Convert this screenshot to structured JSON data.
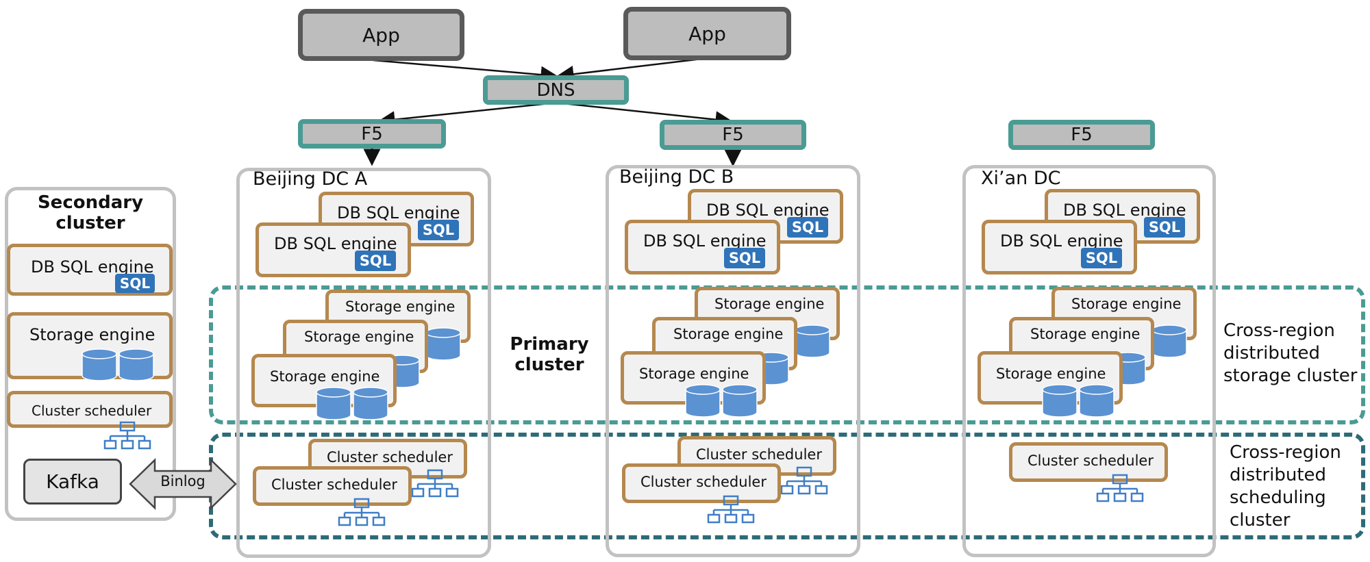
{
  "apps": [
    {
      "label": "App"
    },
    {
      "label": "App"
    }
  ],
  "dns": {
    "label": "DNS"
  },
  "f5": [
    {
      "label": "F5"
    },
    {
      "label": "F5"
    },
    {
      "label": "F5"
    }
  ],
  "datacenters": [
    {
      "title": "Beijing DC A"
    },
    {
      "title": "Beijing DC B"
    },
    {
      "title": "Xi’an DC"
    }
  ],
  "components": {
    "sql_engine": "DB SQL engine",
    "sql_badge": "SQL",
    "storage_engine": "Storage engine",
    "cluster_scheduler": "Cluster scheduler"
  },
  "secondary": {
    "title_line1": "Secondary",
    "title_line2": "cluster",
    "kafka": "Kafka",
    "binlog": "Binlog"
  },
  "primary": {
    "line1": "Primary",
    "line2": "cluster"
  },
  "regions": {
    "storage": [
      "Cross-region",
      "distributed",
      "storage cluster"
    ],
    "scheduling": [
      "Cross-region",
      "distributed",
      "scheduling",
      "cluster"
    ]
  },
  "colors": {
    "app_border": "#5a5a5a",
    "lb_border": "#4a9b94",
    "box_border": "#b5884e",
    "icon_blue": "#5b92d2",
    "storage_dash": "#4a9b94",
    "scheduling_dash": "#2e6b78"
  }
}
